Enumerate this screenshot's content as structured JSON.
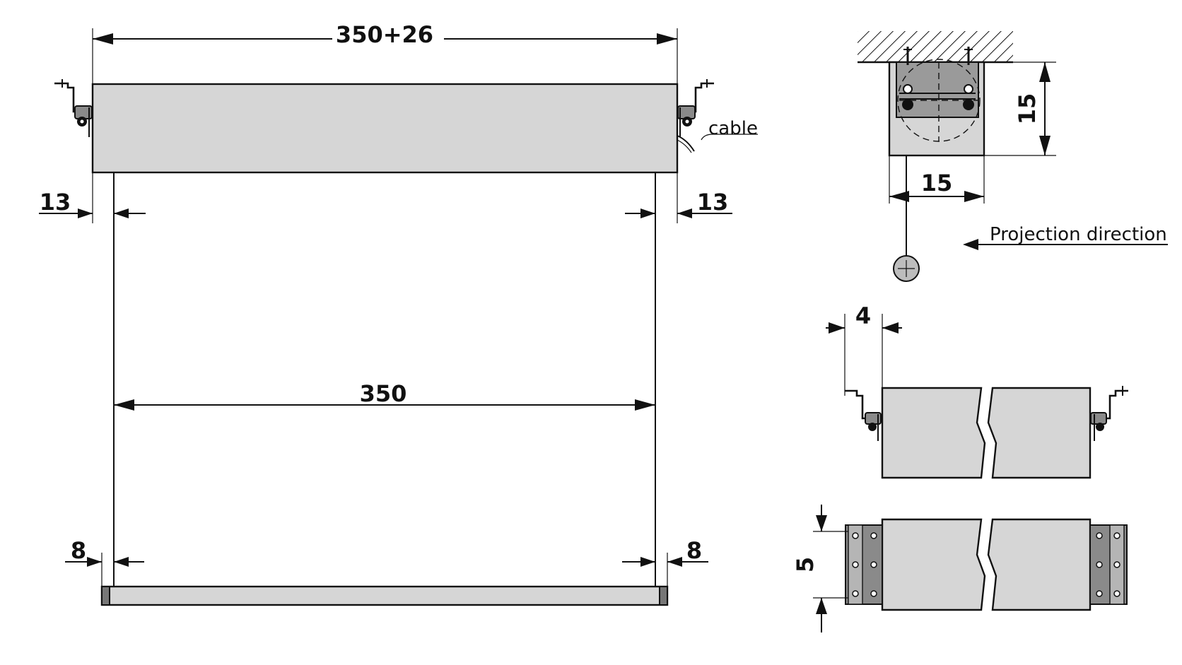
{
  "front_view": {
    "overall_width": "350+26",
    "screen_width": "350",
    "left_offset": "13",
    "right_offset": "13",
    "bottom_left_offset": "8",
    "bottom_right_offset": "8",
    "cable_label": "cable"
  },
  "side_view": {
    "height": "15",
    "depth": "15",
    "projection_label": "Projection direction"
  },
  "bracket_view": {
    "bracket_offset": "4"
  },
  "bottom_view": {
    "height": "5"
  },
  "colors": {
    "housing_fill": "#d6d6d6",
    "bracket_fill": "#8a8a8a",
    "line": "#111111"
  }
}
